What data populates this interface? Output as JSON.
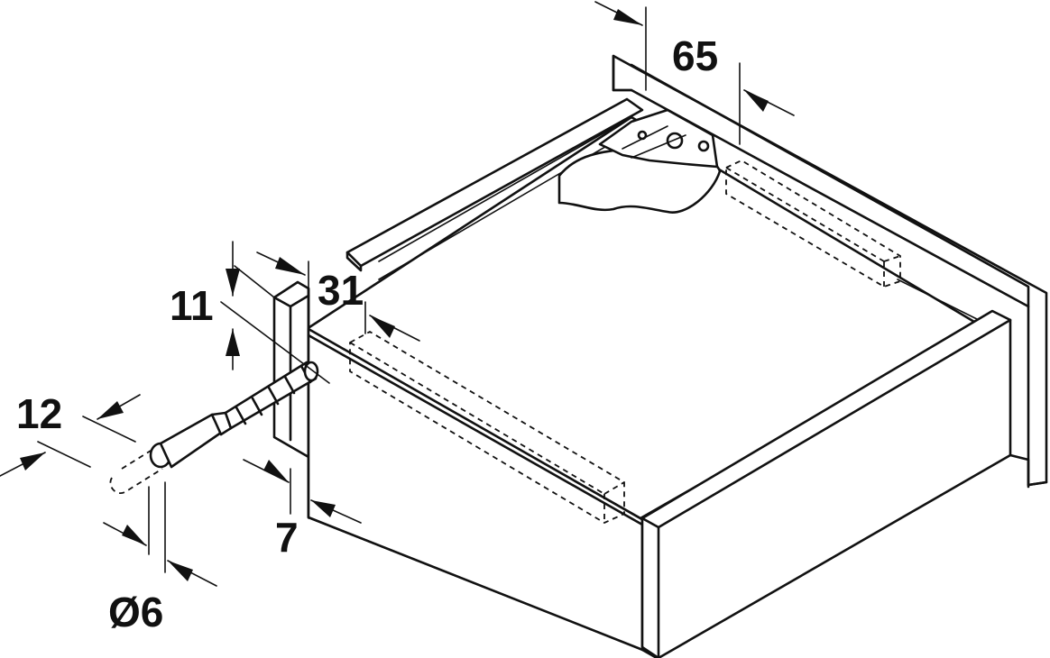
{
  "dimensions": {
    "d65": "65",
    "d31": "31",
    "d11": "11",
    "d12": "12",
    "d7": "7",
    "d6": "Ø6"
  },
  "colors": {
    "line": "#111111",
    "background": "#ffffff"
  }
}
